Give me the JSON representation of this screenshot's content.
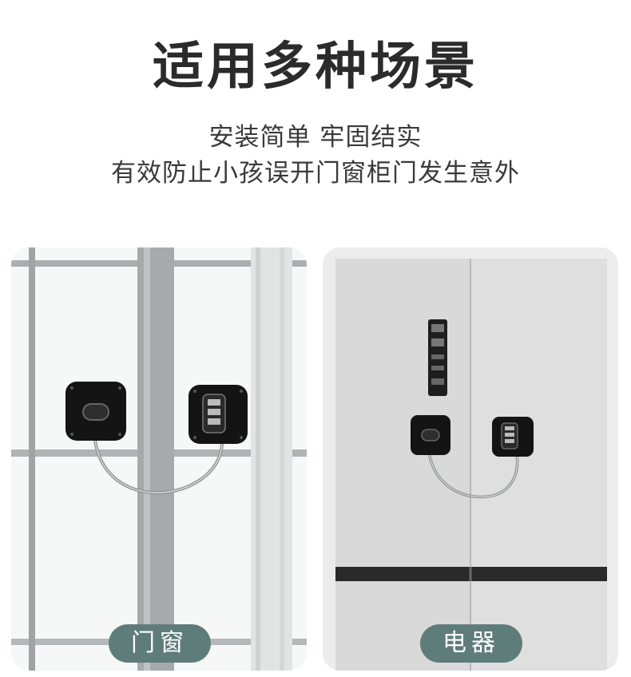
{
  "header": {
    "title": "适用多种场景",
    "subtitle_line1": "安装简单 牢固结实",
    "subtitle_line2": "有效防止小孩误开门窗柜门发生意外"
  },
  "scenes": [
    {
      "label": "门窗",
      "icon": "window-lock-image"
    },
    {
      "label": "电器",
      "icon": "fridge-lock-image"
    }
  ],
  "colors": {
    "title": "#2b2b2b",
    "pill": "#5e7c7a",
    "lock_body": "#1a1a1a",
    "cable": "#9a9a9a"
  }
}
